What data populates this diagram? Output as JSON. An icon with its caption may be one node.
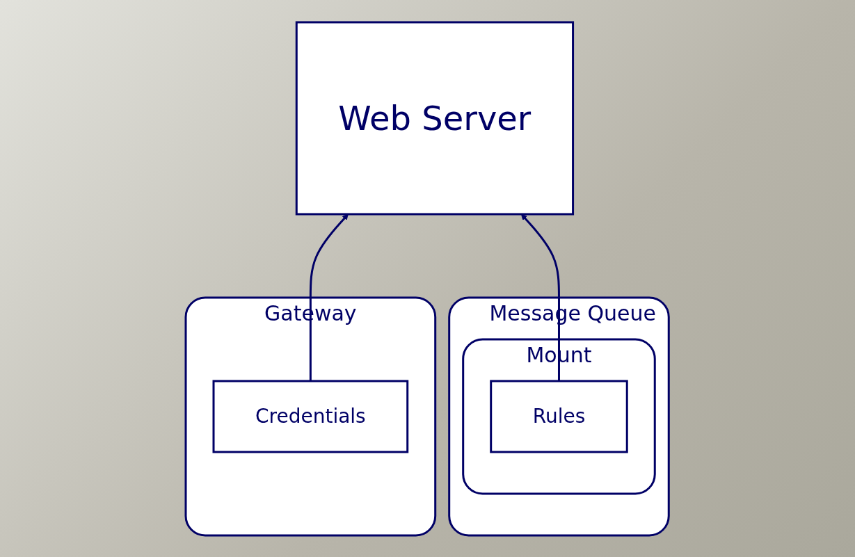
{
  "diagram": {
    "nodes": [
      {
        "text": [
          "Web Server"
        ]
      },
      {
        "text": [
          "Gateway"
        ]
      },
      {
        "text": [
          "Credentials"
        ],
        "in": 1
      },
      {
        "text": [
          "Message Queue"
        ]
      },
      {
        "text": [
          "Mount"
        ],
        "in": 3
      },
      {
        "text": [
          "Rules"
        ],
        "in": 4
      }
    ],
    "edges": [
      {
        "from": 2,
        "to": 0,
        "arrow": "to"
      },
      {
        "from": 5,
        "to": 0,
        "arrow": "to"
      }
    ]
  }
}
